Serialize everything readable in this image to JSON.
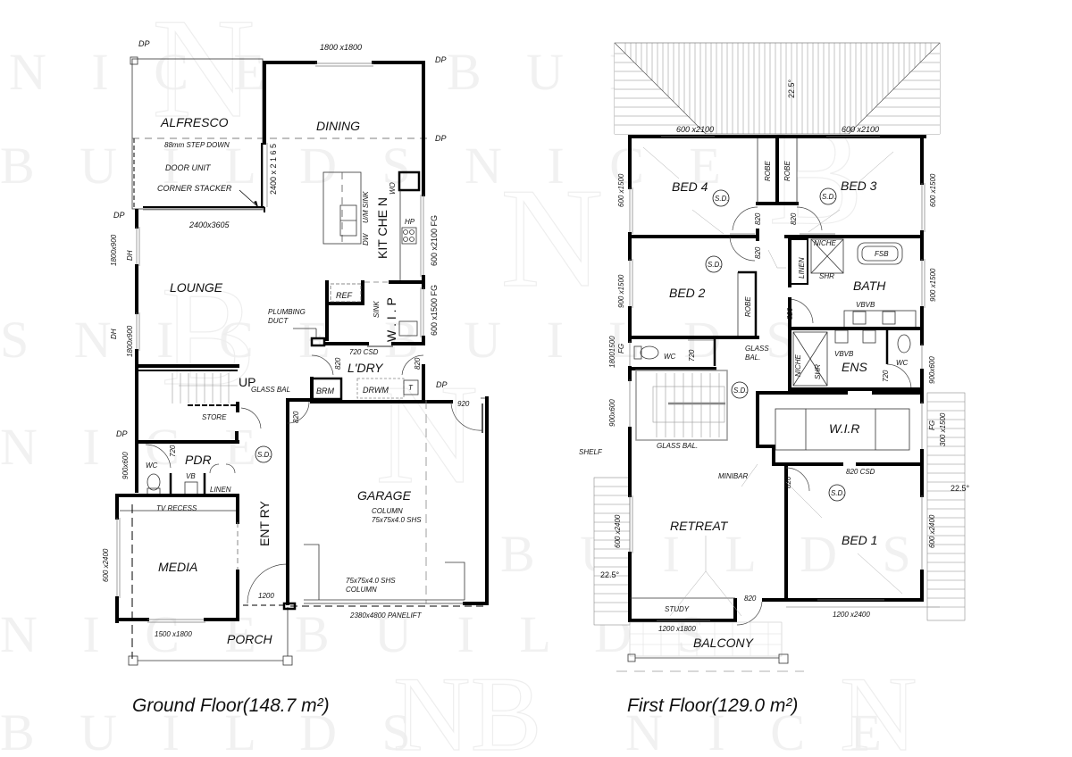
{
  "watermark": {
    "brand": "NICE BUILDS",
    "monogram": "NB"
  },
  "ground_floor": {
    "caption": "Ground Floor(148.7 m²)",
    "rooms": {
      "alfresco": "ALFRESCO",
      "dining": "DINING",
      "kitchen": "KIT CHE N",
      "lounge": "LOUNGE",
      "wip": "W . I . P",
      "laundry": "L'DRY",
      "store": "STORE",
      "pdr": "PDR",
      "wc": "WC",
      "media": "MEDIA",
      "entry": "ENT RY",
      "garage": "GARAGE",
      "porch": "PORCH",
      "brm": "BRM",
      "drwm": "DRWM",
      "ref": "REF",
      "linen": "LINEN"
    },
    "labels": {
      "dp": "DP",
      "step_down": "88mm STEP DOWN",
      "door_unit": "DOOR UNIT",
      "corner_stacker": "CORNER STACKER",
      "um_sink": "U/M SINK",
      "dw": "DW",
      "wo": "WO",
      "hp": "HP",
      "sink": "SINK",
      "plumbing_duct_1": "PLUMBING",
      "plumbing_duct_2": "DUCT",
      "csd_720": "720 CSD",
      "up": "UP",
      "glass_bal": "GLASS BAL",
      "dh": "DH",
      "vb": "VB",
      "tv_recess": "TV RECESS",
      "column_1": "COLUMN",
      "column_spec_1": "75x75x4.0 SHS",
      "column_spec_2": "75x75x4.0 SHS",
      "column_2": "COLUMN",
      "sd": "S.D.",
      "t": "T"
    },
    "dimensions": {
      "top_window": "1800 x1800",
      "stacker": "2400 x 2 1 6 5",
      "alfresco_door": "2400x3605",
      "lounge_win_1": "1800x900",
      "lounge_win_2": "1800x900",
      "kitchen_win": "600 x2100 FG",
      "wip_win": "600 x1500 FG",
      "door_820_a": "820",
      "door_820_b": "820",
      "door_820_c": "820",
      "door_720": "720",
      "door_920": "920",
      "wc_win": "900x600",
      "media_side_win": "600 x2400",
      "media_front_win": "1500 x1800",
      "entry_door": "1200",
      "panelift": "2380x4800 PANELIFT"
    }
  },
  "first_floor": {
    "caption": "First Floor(129.0 m²)",
    "rooms": {
      "bed4": "BED 4",
      "bed3": "BED 3",
      "bed2": "BED 2",
      "bed1": "BED 1",
      "bath": "BATH",
      "ens": "ENS",
      "wir": "W.I.R",
      "retreat": "RETREAT",
      "study": "STUDY",
      "balcony": "BALCONY",
      "wc_1": "WC",
      "wc_2": "WC",
      "robe_1": "ROBE",
      "robe_2": "ROBE",
      "robe_3": "ROBE",
      "linen": "LINEN"
    },
    "labels": {
      "roof_pitch": "22.5°",
      "niche": "NICHE",
      "shr": "SHR",
      "fsb": "FSB",
      "vbvb": "VBVB",
      "glass": "GLASS",
      "bal": "BAL.",
      "glass_bal": "GLASS BAL.",
      "shelf": "SHELF",
      "minibar": "MINIBAR",
      "csd_820": "820 CSD",
      "fg": "FG",
      "sd": "S.D."
    },
    "dimensions": {
      "top_win_left": "600 x2100",
      "top_win_right": "600 x2100",
      "bed4_side": "600 x1500",
      "bed3_side": "600 x1500",
      "bed2_side": "900 x1500",
      "bath_side": "900 x1500",
      "stair_win_1": "18001500",
      "stair_win_2": "900x600",
      "ens_win": "900x600",
      "wir_win": "300 x1500",
      "retreat_side": "600 x2400",
      "bed1_side": "600 x2400",
      "study_win": "1200 x1800",
      "bed1_front": "1200 x2400",
      "door_820": "820",
      "door_720": "720"
    }
  }
}
